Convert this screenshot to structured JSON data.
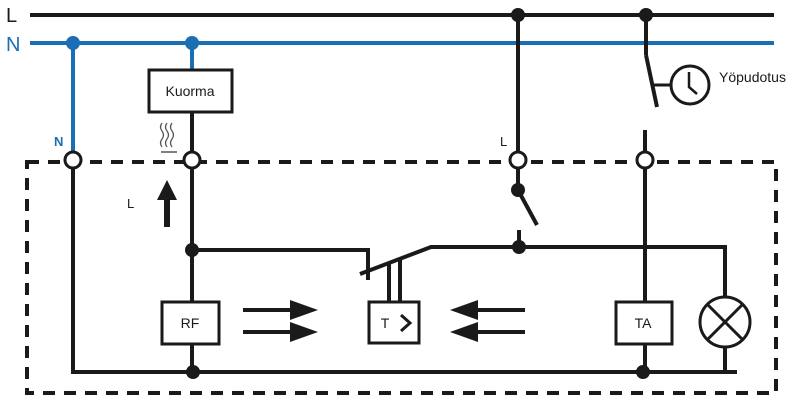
{
  "diagram": {
    "type": "wiring-schematic",
    "colors": {
      "line": "#1a1a1a",
      "neutral": "#1a6eb4",
      "background": "#ffffff"
    },
    "rails": {
      "L": {
        "label": "L"
      },
      "N": {
        "label": "N"
      }
    },
    "terminal_labels": {
      "neutral": "N",
      "phase": "L",
      "feed_arrow": "L"
    },
    "components": {
      "load": {
        "label": "Kuorma"
      },
      "timer": {
        "label": "Yöpudotus",
        "icon": "clock-icon"
      },
      "rf": {
        "label": "RF"
      },
      "thermostat": {
        "label": "T",
        "symbol": ">"
      },
      "ta": {
        "label": "TA"
      },
      "lamp": {
        "icon": "lamp-icon"
      },
      "heat": {
        "icon": "heat-waves-icon"
      }
    }
  }
}
